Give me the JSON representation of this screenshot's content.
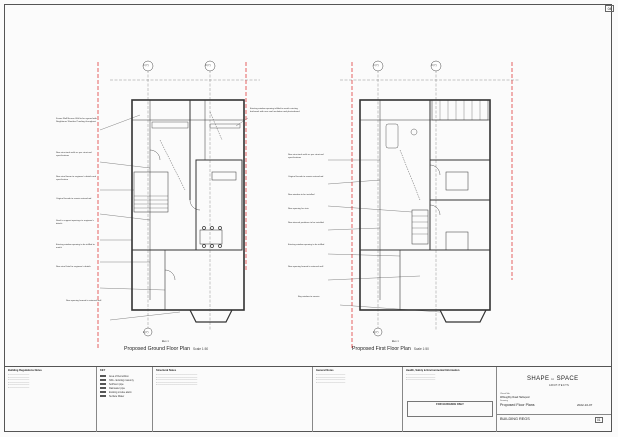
{
  "sheet": {
    "ref": "04",
    "brand": "SHAPE",
    "brand_join": "in",
    "brand_tail": "SPACE",
    "brand_sub": "ARCHITECTS",
    "drawing_title": "Proposed Floor Plans",
    "status": "BUILDING REGS",
    "date": "2022-10-07",
    "rev": "01",
    "for_guidance": "FOR GUIDANCE ONLY"
  },
  "plans": [
    {
      "caption": "Proposed Ground Floor Plan",
      "scale": "Scale 1:50",
      "grid_top_left": "C (Y)",
      "grid_top_right": "D (Y)",
      "grid_bottom": "E (Y)"
    },
    {
      "caption": "Proposed First Floor Plan",
      "scale": "Scale 1:50",
      "grid_top_left": "C (Y)",
      "grid_top_right": "D (Y)",
      "grid_bottom": "E (Y)"
    }
  ],
  "ground_notes": [
    "Frame Wall/Screen Wall to be agreed with Neighbours Weather Proofing throughout",
    "New structural walls as per structural specifications",
    "New steel beam to engineer's details and specification",
    "Original facade to remain untouched",
    "Steel to support openings to engineer's details",
    "Existing window opening to be infilled to match",
    "New steel lintel to engineer's details",
    "New opening formed in external wall"
  ],
  "first_notes": [
    "New structural walls as per structural specifications",
    "Original facade to remain untouched",
    "New window to be installed",
    "New opening for stair",
    "New internal partitions to be installed",
    "Existing window opening to be infilled",
    "New opening formed in external wall",
    "Bay window to remain"
  ],
  "ground_right_note": "Existing window opening infilled to match existing brickwork with new roof insulation and plasterboard",
  "section_labels": {
    "ground": "Elev 1",
    "first": "Elev 1"
  },
  "titleblock": {
    "reg_heading": "Building Regulations Notes",
    "key_heading": "KEY",
    "key_items": [
      {
        "label": "Area of Demolition",
        "color": "#f2b8b8"
      },
      {
        "label": "NFA - Existing masonry",
        "color": "#d9d9d9"
      },
      {
        "label": "Soil/Vent pipe",
        "color": "#ffffff"
      },
      {
        "label": "Rainwater pipe",
        "color": "#ffffff"
      },
      {
        "label": "Existing smoke alarm",
        "color": "#ffffff"
      },
      {
        "label": "Surface Water",
        "color": "#ffffff"
      }
    ],
    "structural_heading": "Structural Notes",
    "general_heading": "General Notes",
    "health_heading": "Health, Safety & Environmental Information",
    "client_label": "Client/Job",
    "client_value": "Willoughby Road Hartlepool",
    "drawing_label": "Drawing"
  }
}
